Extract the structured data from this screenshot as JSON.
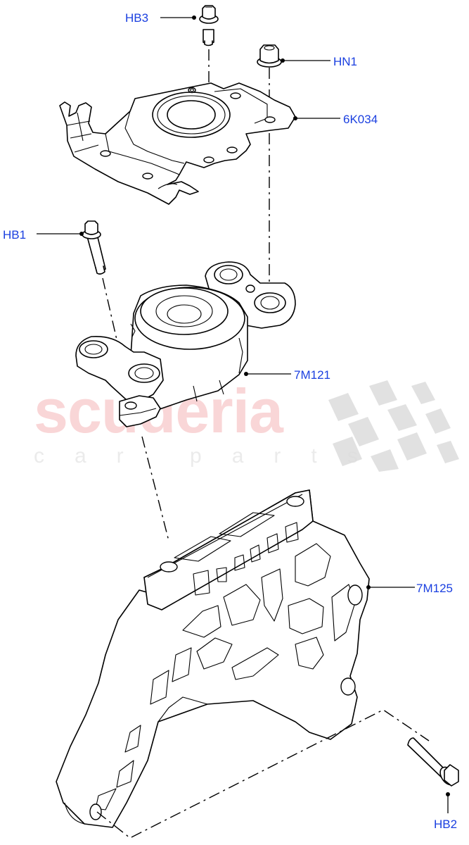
{
  "diagram": {
    "type": "exploded-parts-diagram",
    "subject": "Engine mount assembly",
    "label_color": "#1a3fe0",
    "line_color": "#000000",
    "background": "#ffffff"
  },
  "callouts": [
    {
      "id": "HB3",
      "label": "HB3",
      "part": "bolt (top)"
    },
    {
      "id": "HN1",
      "label": "HN1",
      "part": "flange nut"
    },
    {
      "id": "6K034",
      "label": "6K034",
      "part": "mount bracket plate"
    },
    {
      "id": "HB1",
      "label": "HB1",
      "part": "long bolt"
    },
    {
      "id": "7M121",
      "label": "7M121",
      "part": "engine mount insulator"
    },
    {
      "id": "7M125",
      "label": "7M125",
      "part": "mount support bracket"
    },
    {
      "id": "HB2",
      "label": "HB2",
      "part": "bolt (bottom)"
    }
  ],
  "watermark": {
    "main": "scuderia",
    "sub": "car parts",
    "main_color": "#e0202a",
    "sub_color": "#c8c8c8",
    "flag_color": "#d8d8d8"
  }
}
